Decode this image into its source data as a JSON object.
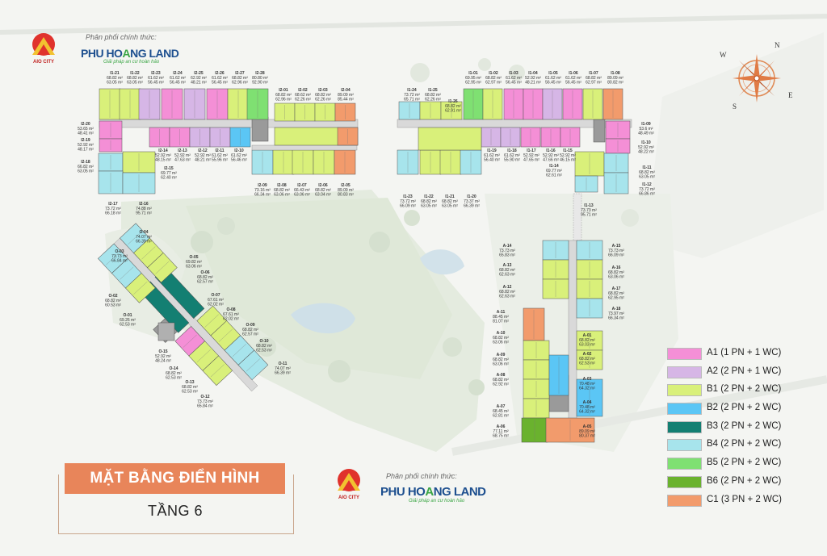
{
  "header": {
    "distributor_label": "Phân phối chính thức:",
    "distributor_name_1": "PHU HO",
    "distributor_name_a": "A",
    "distributor_name_2": "NG LAND",
    "tagline": "Giải pháp an cư hoàn hảo",
    "developer_logo_text": "AIO CITY"
  },
  "compass": {
    "n": "N",
    "e": "E",
    "s": "S",
    "w": "W"
  },
  "title": {
    "main": "MẶT BẰNG ĐIỂN HÌNH",
    "floor": "TẦNG 6"
  },
  "legend": [
    {
      "label": "A1 (1 PN + 1 WC)",
      "color": "#f48fd6"
    },
    {
      "label": "A2 (2 PN + 1 WC)",
      "color": "#d6b6e6"
    },
    {
      "label": "B1 (2 PN + 2 WC)",
      "color": "#d9f07a"
    },
    {
      "label": "B2 (2 PN + 2 WC)",
      "color": "#5bc6f5"
    },
    {
      "label": "B3 (2 PN + 2 WC)",
      "color": "#137f72"
    },
    {
      "label": "B4 (2 PN + 2 WC)",
      "color": "#a7e4ec"
    },
    {
      "label": "B5 (2 PN + 2 WC)",
      "color": "#7fe072"
    },
    {
      "label": "B6 (2 PN + 2 WC)",
      "color": "#6ab22e"
    },
    {
      "label": "C1 (3 PN + 2 WC)",
      "color": "#f29b6c"
    }
  ],
  "units": [
    {
      "code": "I1-21",
      "area": [
        "68.82 m²",
        "69.08 m²"
      ],
      "type": "C1"
    },
    {
      "code": "I1-22",
      "area": [
        "48.82 m²",
        "92.97 m²"
      ],
      "type": "B1"
    },
    {
      "code": "I2-23",
      "area": [
        "61.62 m²",
        "56.45 m²"
      ],
      "type": "A2"
    },
    {
      "code": "I2-24",
      "area": [
        "61.62 m²",
        "56.45 m²"
      ],
      "type": "A1"
    },
    {
      "code": "I2-25",
      "area": [
        "62.92 m²",
        "48.21 m²"
      ],
      "type": "A2"
    },
    {
      "code": "I2-26",
      "area": [
        "61.62 m²",
        "56.45 m²"
      ],
      "type": "A1"
    },
    {
      "code": "I2-27",
      "area": [
        "68.82 m²",
        "62.96 m²"
      ],
      "type": "B1"
    },
    {
      "code": "I2-28",
      "area": [
        "80.80 m²",
        "92.90 m²"
      ],
      "type": "B5"
    },
    {
      "code": "I2-01",
      "area": [
        "68.82 m²",
        "62.96 m²"
      ],
      "type": "B1"
    },
    {
      "code": "I2-02",
      "area": [
        "68.62 m²",
        "62.26 m²"
      ],
      "type": "B1"
    },
    {
      "code": "I2-03",
      "area": [
        "68.82 m²",
        "62.26 m²"
      ],
      "type": "B1"
    },
    {
      "code": "I2-04",
      "area": [
        "89.09 m²",
        "85.44 m²"
      ],
      "type": "C1"
    },
    {
      "code": "I2-20",
      "area": [
        "53.65 m²",
        "48.41 m²"
      ],
      "type": "A1"
    },
    {
      "code": "I2-19",
      "area": [
        "52.92 m²",
        "48.17 m²"
      ],
      "type": "A1"
    },
    {
      "code": "I2-14",
      "area": [
        "52.92 m²",
        "48.15 m²"
      ],
      "type": "A1"
    },
    {
      "code": "I2-13",
      "area": [
        "52.92 m²",
        "47.63 m²"
      ],
      "type": "A1"
    },
    {
      "code": "I2-12",
      "area": [
        "52.92 m²",
        "48.21 m²"
      ],
      "type": "A2"
    },
    {
      "code": "I2-11",
      "area": [
        "61.62 m²",
        "55.96 m²"
      ],
      "type": "A2"
    },
    {
      "code": "I2-10",
      "area": [
        "61.62 m²",
        "56.46 m²"
      ],
      "type": "B2"
    },
    {
      "code": "I2-18",
      "area": [
        "66.82 m²",
        "63.05 m²"
      ],
      "type": "B4"
    },
    {
      "code": "I2-15",
      "area": [
        "69.77 m²",
        "62.40 m²"
      ],
      "type": "B1"
    },
    {
      "code": "I2-17",
      "area": [
        "73.72 m²",
        "66.18 m²"
      ],
      "type": "B4"
    },
    {
      "code": "I2-16",
      "area": [
        "74.88 m²",
        "95.71 m²"
      ],
      "type": "B4"
    },
    {
      "code": "I2-09",
      "area": [
        "73.16 m²",
        "66.34 m²"
      ],
      "type": "B4"
    },
    {
      "code": "I2-08",
      "area": [
        "68.82 m²",
        "63.06 m²"
      ],
      "type": "B1"
    },
    {
      "code": "I2-07",
      "area": [
        "66.43 m²",
        "63.06 m²"
      ],
      "type": "B1"
    },
    {
      "code": "I2-06",
      "area": [
        "68.82 m²",
        "63.04 m²"
      ],
      "type": "B1"
    },
    {
      "code": "I2-05",
      "area": [
        "89.09 m²",
        "80.83 m²"
      ],
      "type": "C1"
    },
    {
      "code": "I1-24",
      "area": [
        "73.72 m²",
        "65.71 m²"
      ],
      "type": "B4"
    },
    {
      "code": "I1-25",
      "area": [
        "68.82 m²",
        "62.26 m²"
      ],
      "type": "B1"
    },
    {
      "code": "I1-26",
      "area": [
        "68.82 m²",
        "62.91 m²"
      ],
      "type": "B1"
    },
    {
      "code": "I1-01",
      "area": [
        "69.95 m²",
        "62.95 m²"
      ],
      "type": "B5"
    },
    {
      "code": "I1-02",
      "area": [
        "68.82 m²",
        "62.97 m²"
      ],
      "type": "B1"
    },
    {
      "code": "I1-03",
      "area": [
        "61.62 m²",
        "56.45 m²"
      ],
      "type": "A1"
    },
    {
      "code": "I1-04",
      "area": [
        "52.92 m²",
        "48.21 m²"
      ],
      "type": "A1"
    },
    {
      "code": "I1-05",
      "area": [
        "61.62 m²",
        "56.45 m²"
      ],
      "type": "A2"
    },
    {
      "code": "I1-06",
      "area": [
        "61.62 m²",
        "56.45 m²"
      ],
      "type": "A1"
    },
    {
      "code": "I1-07",
      "area": [
        "68.82 m²",
        "62.97 m²"
      ],
      "type": "B1"
    },
    {
      "code": "I1-08",
      "area": [
        "89.09 m²",
        "80.82 m²"
      ],
      "type": "C1"
    },
    {
      "code": "I1-09",
      "area": [
        "53.6 m²",
        "48.49 m²"
      ],
      "type": "A1"
    },
    {
      "code": "I1-10",
      "area": [
        "52.92 m²",
        "48.22 m²"
      ],
      "type": "A1"
    },
    {
      "code": "I1-19",
      "area": [
        "61.62 m²",
        "56.40 m²"
      ],
      "type": "A2"
    },
    {
      "code": "I1-18",
      "area": [
        "61.62 m²",
        "55.90 m²"
      ],
      "type": "A2"
    },
    {
      "code": "I1-17",
      "area": [
        "52.92 m²",
        "47.65 m²"
      ],
      "type": "A1"
    },
    {
      "code": "I1-16",
      "area": [
        "52.92 m²",
        "47.66 m²"
      ],
      "type": "A1"
    },
    {
      "code": "I1-15",
      "area": [
        "52.92 m²",
        "46.15 m²"
      ],
      "type": "A1"
    },
    {
      "code": "I1-14",
      "area": [
        "69.77 m²",
        "62.61 m²"
      ],
      "type": "B1"
    },
    {
      "code": "I1-11",
      "area": [
        "68.82 m²",
        "63.05 m²"
      ],
      "type": "B4"
    },
    {
      "code": "I1-12",
      "area": [
        "73.72 m²",
        "66.86 m²"
      ],
      "type": "B4"
    },
    {
      "code": "I1-13",
      "area": [
        "73.73 m²",
        "95.71 m²"
      ],
      "type": "B4"
    },
    {
      "code": "I1-23",
      "area": [
        "73.72 m²",
        "66.09 m²"
      ],
      "type": "B4"
    },
    {
      "code": "I1-22",
      "area": [
        "68.82 m²",
        "63.05 m²"
      ],
      "type": "B1"
    },
    {
      "code": "I1-21",
      "area": [
        "68.82 m²",
        "63.05 m²"
      ],
      "type": "B1"
    },
    {
      "code": "I1-20",
      "area": [
        "73.37 m²",
        "66.39 m²"
      ],
      "type": "B4"
    },
    {
      "code": "A-14",
      "area": [
        "73.73 m²",
        "65.83 m²"
      ],
      "type": "B4"
    },
    {
      "code": "A-13",
      "area": [
        "68.82 m²",
        "62.63 m²"
      ],
      "type": "B1"
    },
    {
      "code": "A-12",
      "area": [
        "68.82 m²",
        "62.63 m²"
      ],
      "type": "B1"
    },
    {
      "code": "A-11",
      "area": [
        "88.45 m²",
        "81.07 m²"
      ],
      "type": "C1"
    },
    {
      "code": "A-10",
      "area": [
        "68.82 m²",
        "63.06 m²"
      ],
      "type": "B1"
    },
    {
      "code": "A-09",
      "area": [
        "68.82 m²",
        "63.06 m²"
      ],
      "type": "B1"
    },
    {
      "code": "A-08",
      "area": [
        "68.82 m²",
        "62.92 m²"
      ],
      "type": "B1"
    },
    {
      "code": "A-07",
      "area": [
        "68.45 m²",
        "62.81 m²"
      ],
      "type": "B1"
    },
    {
      "code": "A-06",
      "area": [
        "77.11 m²",
        "68.75 m²"
      ],
      "type": "B6"
    },
    {
      "code": "A-15",
      "area": [
        "73.73 m²",
        "66.09 m²"
      ],
      "type": "B4"
    },
    {
      "code": "A-16",
      "area": [
        "68.82 m²",
        "63.06 m²"
      ],
      "type": "B1"
    },
    {
      "code": "A-17",
      "area": [
        "68.82 m²",
        "62.95 m²"
      ],
      "type": "B1"
    },
    {
      "code": "A-18",
      "area": [
        "73.97 m²",
        "66.34 m²"
      ],
      "type": "B4"
    },
    {
      "code": "A-01",
      "area": [
        "68.82 m²",
        "63.03 m²"
      ],
      "type": "B1"
    },
    {
      "code": "A-02",
      "area": [
        "68.82 m²",
        "62.53 m²"
      ],
      "type": "B1"
    },
    {
      "code": "A-03",
      "area": [
        "70.48 m²",
        "64.32 m²"
      ],
      "type": "B2"
    },
    {
      "code": "A-04",
      "area": [
        "70.48 m²",
        "64.32 m²"
      ],
      "type": "B2"
    },
    {
      "code": "A-05",
      "area": [
        "89.09 m²",
        "80.37 m²"
      ],
      "type": "C1"
    },
    {
      "code": "O-04",
      "area": [
        "74.07 m²",
        "66.39 m²"
      ],
      "type": "B4"
    },
    {
      "code": "O-03",
      "area": [
        "73.73 m²",
        "66.84 m²"
      ],
      "type": "B4"
    },
    {
      "code": "O-05",
      "area": [
        "69.82 m²",
        "63.06 m²"
      ],
      "type": "B1"
    },
    {
      "code": "O-06",
      "area": [
        "68.82 m²",
        "62.57 m²"
      ],
      "type": "B1"
    },
    {
      "code": "O-07",
      "area": [
        "67.61 m²",
        "62.02 m²"
      ],
      "type": "B3"
    },
    {
      "code": "O-08",
      "area": [
        "67.61 m²",
        "62.02 m²"
      ],
      "type": "B3"
    },
    {
      "code": "O-02",
      "area": [
        "68.82 m²",
        "60.53 m²"
      ],
      "type": "B4"
    },
    {
      "code": "O-01",
      "area": [
        "69.26 m²",
        "62.53 m²"
      ],
      "type": "B1"
    },
    {
      "code": "O-09",
      "area": [
        "68.82 m²",
        "62.57 m²"
      ],
      "type": "B1"
    },
    {
      "code": "O-10",
      "area": [
        "68.82 m²",
        "62.53 m²"
      ],
      "type": "B1"
    },
    {
      "code": "O-15",
      "area": [
        "52.92 m²",
        "48.24 m²"
      ],
      "type": "A1"
    },
    {
      "code": "O-14",
      "area": [
        "68.82 m²",
        "62.53 m²"
      ],
      "type": "B1"
    },
    {
      "code": "O-13",
      "area": [
        "68.82 m²",
        "62.53 m²"
      ],
      "type": "B1"
    },
    {
      "code": "O-12",
      "area": [
        "73.73 m²",
        "65.84 m²"
      ],
      "type": "B4"
    },
    {
      "code": "O-11",
      "area": [
        "74.07 m²",
        "66.39 m²"
      ],
      "type": "B4"
    }
  ]
}
